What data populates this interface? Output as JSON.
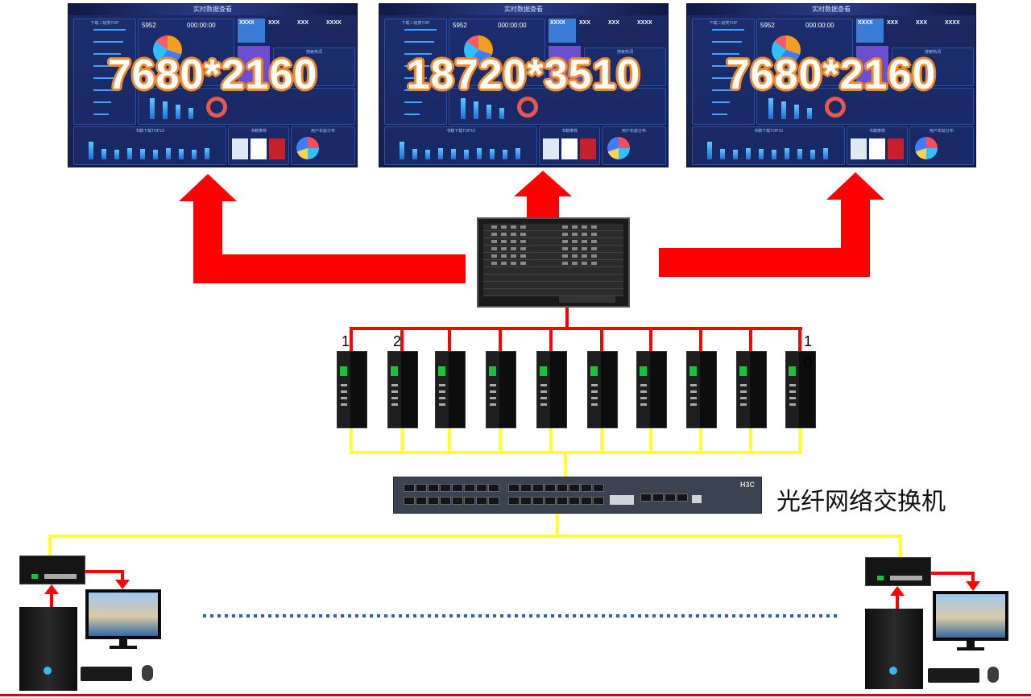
{
  "screens": [
    {
      "header": "实时数据查看",
      "resolution": "7680*2160",
      "kpi_count": "5952",
      "kpi_time": "000:00:00",
      "kpi_labels": [
        "XXXX",
        "XXX",
        "XXX",
        "XXXX"
      ],
      "panel_titles": [
        "下载二级类TOP",
        "搜索热词",
        "书籍下载TOP10",
        "书籍推荐",
        "用户年龄分布"
      ]
    },
    {
      "header": "实时数据查看",
      "resolution": "18720*3510",
      "kpi_count": "5952",
      "kpi_time": "000:00:00",
      "kpi_labels": [
        "XXXX",
        "XXX",
        "XXX",
        "XXXX"
      ],
      "panel_titles": [
        "下载二级类TOP",
        "搜索热词",
        "书籍下载TOP10",
        "书籍推荐",
        "用户年龄分布"
      ]
    },
    {
      "header": "实时数据查看",
      "resolution": "7680*2160",
      "kpi_count": "5952",
      "kpi_time": "000:00:00",
      "kpi_labels": [
        "XXXX",
        "XXX",
        "XXX",
        "XXXX"
      ],
      "panel_titles": [
        "下载二级类TOP",
        "搜索热词",
        "书籍下载TOP10",
        "书籍推荐",
        "用户年龄分布"
      ]
    }
  ],
  "encoder_labels": {
    "first": "1",
    "second": "2",
    "last_top": "1",
    "last_bottom": "0"
  },
  "switch_label": "光纤网络交换机",
  "switch_brand": "H3C",
  "colors": {
    "signal": "#ff0000",
    "network": "#ffff33",
    "dots": "#2e63a8"
  }
}
